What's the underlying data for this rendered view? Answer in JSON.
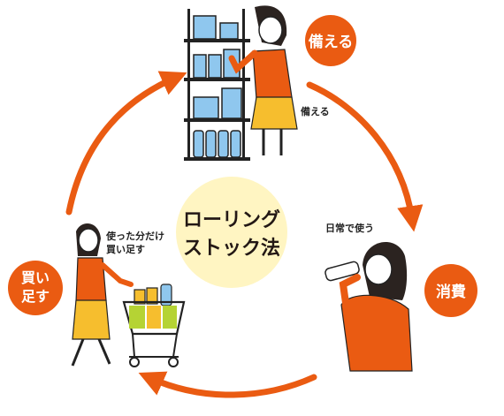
{
  "colors": {
    "accent": "#EA5B12",
    "center_fill": "#FFF5C2",
    "skin": "#ffffff",
    "hair": "#2b2320",
    "skirt": "#F6BE2E",
    "water_blue": "#8FC7EE",
    "shelf": "#222222"
  },
  "center": {
    "line1": "ローリング",
    "line2": "ストック法"
  },
  "steps": {
    "prepare": {
      "badge": "備える",
      "caption": "備える"
    },
    "consume": {
      "badge": "消費",
      "caption": "日常で使う"
    },
    "rebuy": {
      "badge_line1": "買い",
      "badge_line2": "足す",
      "caption_line1": "使った分だけ",
      "caption_line2": "買い足す"
    }
  }
}
